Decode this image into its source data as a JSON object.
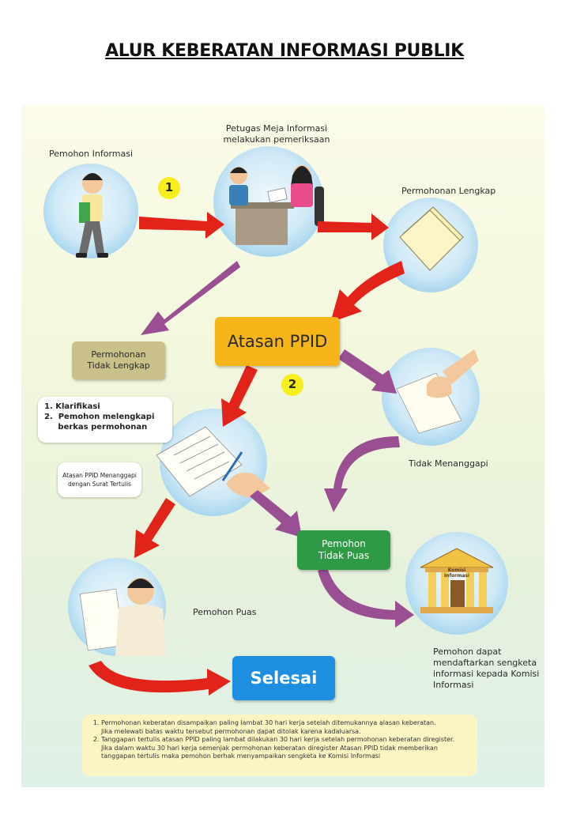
{
  "title": "ALUR KEBERATAN INFORMASI PUBLIK",
  "colors": {
    "arrow_red": "#e2231a",
    "arrow_purple": "#9a4f92",
    "ppid": "#f6b519",
    "selesai": "#1e8fe0",
    "tidak_puas": "#2e9a45",
    "tidak_lengkap": "#c9c08a",
    "step_badge": "#f7ee1e"
  },
  "nodes": {
    "pemohon_informasi": "Pemohon  Informasi",
    "petugas": "Petugas Meja Informasi\nmelakukan pemeriksaan",
    "permohonan_lengkap": "Permohonan Lengkap",
    "atasan_ppid": "Atasan PPID",
    "permohonan_tidak_lengkap": "Permohonan\nTidak Lengkap",
    "tidak_lengkap_steps": [
      "1.  Klarifikasi",
      "2.  Pemohon melengkapi\n     berkas permohonan"
    ],
    "menanggapi": "Atasan PPID Menanggapi\ndengan Surat Tertulis",
    "tidak_menanggapi": "Tidak Menanggapi",
    "pemohon_tidak_puas": "Pemohon\nTidak Puas",
    "pemohon_puas": "Pemohon Puas",
    "komisi_sign": "Komisi Informasi",
    "pemohon_dapat": "Pemohon dapat\nmendaftarkan sengketa\ninformasi kepada Komisi\nInformasi",
    "selesai": "Selesai"
  },
  "steps": {
    "step1": "1",
    "step2": "2"
  },
  "notes": [
    "Permohonan keberatan disampaikan paling lambat 30 hari kerja setelah ditemukannya alasan keberatan.\nJika melewati batas waktu tersebut permohonan dapat ditolak karena kadaluarsa.",
    "Tanggapan tertulis atasan PPID paling lambat dilakukan 30 hari kerja setelah permohonan keberatan diregister.\nJika dalam waktu 30 hari kerja semenjak permohonan keberatan diregister Atasan PPID tidak memberikan\ntanggapan tertulis maka pemohon berhak menyampaikan sengketa ke Komisi Informasi"
  ]
}
